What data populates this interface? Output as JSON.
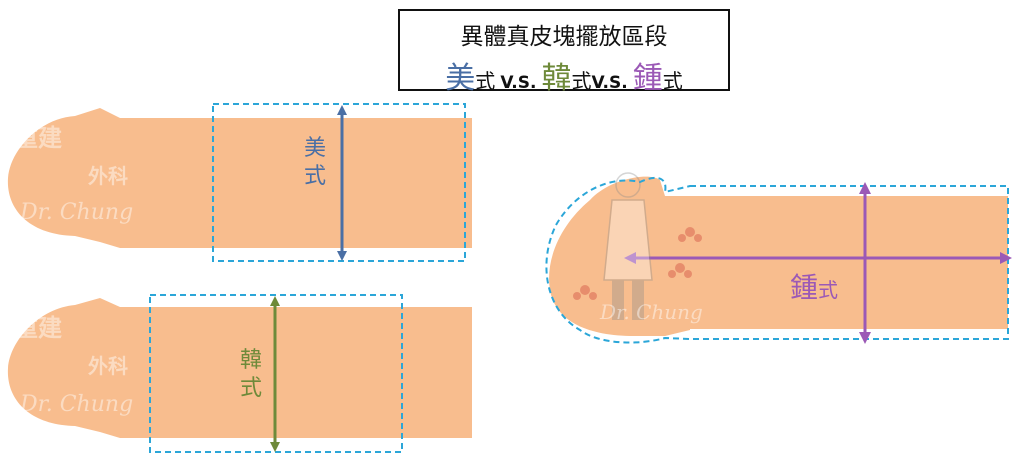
{
  "title": {
    "line1": "異體真皮塊擺放區段",
    "line2": {
      "us_char": "美",
      "kr_char": "韓",
      "zh_char": "鍾",
      "shi": "式",
      "vs": "V.S."
    }
  },
  "labels": {
    "us_char": "美",
    "us_shi": "式",
    "kr_char": "韓",
    "kr_shi": "式",
    "zhong_char": "鍾",
    "zhong_shi": "式"
  },
  "watermark": {
    "line1": "重建",
    "line2": "外科",
    "script": "Dr. Chung"
  },
  "colors": {
    "skin": "#F8BD8E",
    "us": "#4A6FA5",
    "kr": "#6E8A3A",
    "zhong": "#9B59B6",
    "dash": "#2BA6D8"
  }
}
